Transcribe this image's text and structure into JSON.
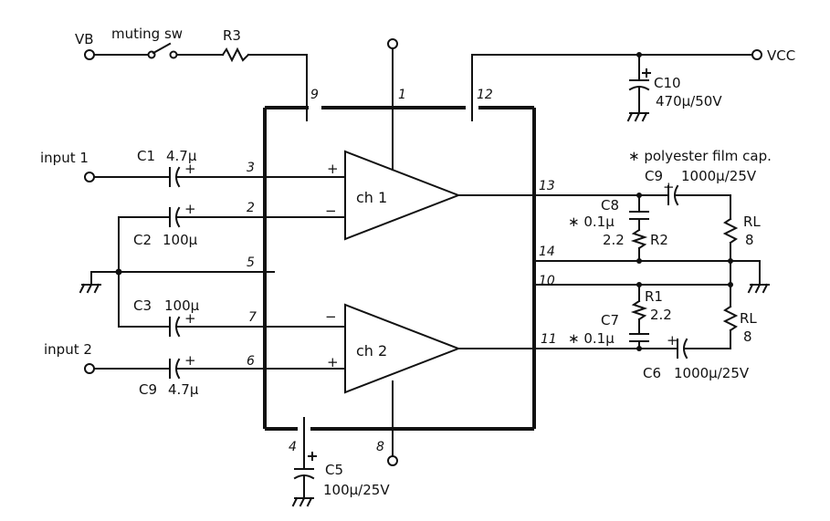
{
  "labels": {
    "vb": "VB",
    "vcc": "VCC",
    "muting_sw": "muting sw",
    "r3": "R3",
    "c10": "C10",
    "c10_value": "470μ/50V",
    "polyester_note": "∗ polyester film cap.",
    "input1": "input 1",
    "input2": "input 2",
    "c1": "C1",
    "c1_value": "4.7μ",
    "c2": "C2",
    "c2_value": "100μ",
    "c3": "C3",
    "c3_value": "100μ",
    "c9_in": "C9",
    "c9_in_value": "4.7μ",
    "c9_out": "C9",
    "c9_out_value": "1000μ/25V",
    "c8": "C8",
    "c8_value": "∗ 0.1μ",
    "r2": "R2",
    "r2_value": "2.2",
    "rl1": "RL",
    "rl1_value": "8",
    "rl2": "RL",
    "rl2_value": "8",
    "r1": "R1",
    "r1_value": "2.2",
    "c7": "C7",
    "c7_value": "∗ 0.1μ",
    "c6": "C6",
    "c6_value": "1000μ/25V",
    "c5": "C5",
    "c5_value": "100μ/25V",
    "ch1": "ch 1",
    "ch2": "ch 2",
    "plus": "+",
    "minus": "−"
  },
  "pins": {
    "p1": "1",
    "p2": "2",
    "p3": "3",
    "p4": "4",
    "p5": "5",
    "p6": "6",
    "p7": "7",
    "p8": "8",
    "p9": "9",
    "p10": "10",
    "p11": "11",
    "p12": "12",
    "p13": "13",
    "p14": "14"
  }
}
